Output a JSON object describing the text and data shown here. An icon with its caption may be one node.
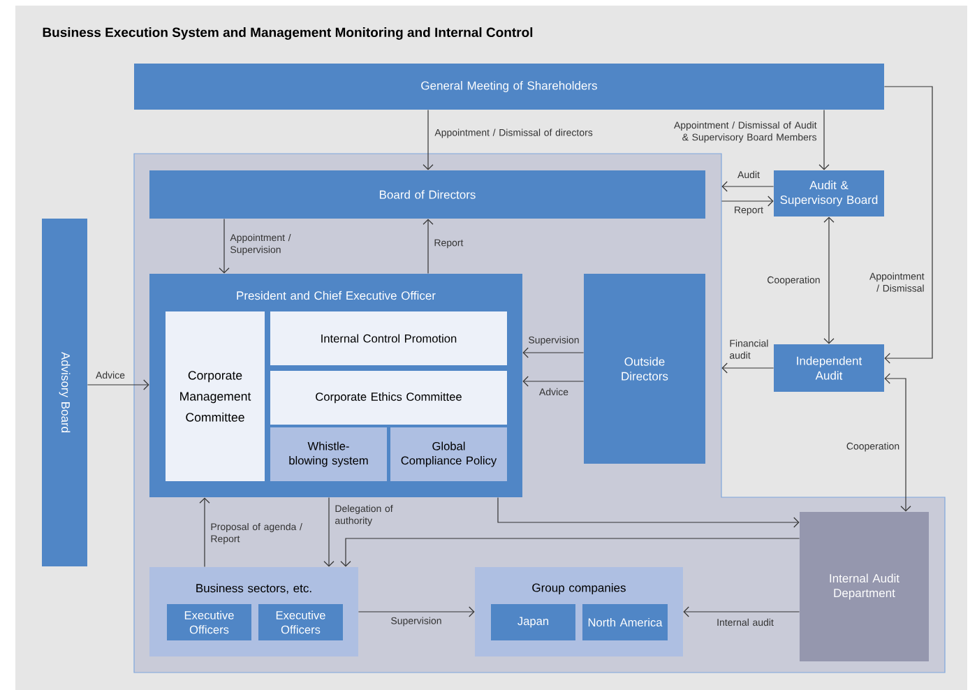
{
  "diagram": {
    "title": "Business Execution System and Management Monitoring and Internal Control",
    "nodes": [
      {
        "text": [
          "General Meeting of Shareholders"
        ]
      },
      {
        "text": [],
        "shape": "box"
      },
      {
        "text": [
          "Board of Directors"
        ],
        "in": 1
      },
      {
        "text": [
          "President and Chief Executive Officer"
        ],
        "in": 1
      },
      {
        "text": [
          "Corporate Management Committee"
        ],
        "in": 3
      },
      {
        "text": [
          "Internal Control Promotion"
        ],
        "in": 3
      },
      {
        "text": [
          "Corporate Ethics Committee"
        ],
        "in": 3
      },
      {
        "text": [
          "Whistle-blowing system"
        ],
        "in": 3
      },
      {
        "text": [
          "Global Compliance Policy"
        ],
        "in": 3
      },
      {
        "text": [
          "Outside Directors"
        ],
        "in": 1
      },
      {
        "text": [
          "Audit & Supervisory Board"
        ]
      },
      {
        "text": [
          "Independent Audit"
        ]
      },
      {
        "text": [
          "Advisory Board"
        ]
      },
      {
        "text": [
          "Internal Audit Department"
        ],
        "in": 1
      },
      {
        "text": [
          "Business sectors, etc."
        ],
        "in": 1
      },
      {
        "text": [
          "Executive Officers"
        ],
        "in": 14
      },
      {
        "text": [
          "Executive Officers"
        ],
        "in": 14
      },
      {
        "text": [
          "Group companies"
        ],
        "in": 1
      },
      {
        "text": [
          "Japan"
        ],
        "in": 17
      },
      {
        "text": [
          "North America"
        ],
        "in": 17
      }
    ],
    "edges": [
      {
        "from": 0,
        "to": 2,
        "arrow": "to",
        "label": "Appointment / Dismissal of directors"
      },
      {
        "from": 0,
        "to": 10,
        "arrow": "to",
        "label": "Appointment / Dismissal of Audit & Supervisory Board Members"
      },
      {
        "from": 0,
        "to": 11,
        "arrow": "to",
        "label": "Appointment / Dismissal"
      },
      {
        "from": 10,
        "to": 1,
        "arrow": "to",
        "label": "Audit"
      },
      {
        "from": 1,
        "to": 10,
        "arrow": "to",
        "label": "Report"
      },
      {
        "from": 10,
        "to": 11,
        "arrow": "both",
        "label": "Cooperation"
      },
      {
        "from": 11,
        "to": 1,
        "arrow": "to",
        "label": "Financial audit"
      },
      {
        "from": 11,
        "to": 13,
        "arrow": "both",
        "label": "Cooperation"
      },
      {
        "from": 2,
        "to": 3,
        "arrow": "to",
        "label": "Appointment / Supervision"
      },
      {
        "from": 3,
        "to": 2,
        "arrow": "to",
        "label": "Report"
      },
      {
        "from": 9,
        "to": 3,
        "arrow": "to",
        "label": "Supervision"
      },
      {
        "from": 9,
        "to": 3,
        "arrow": "to",
        "label": "Advice"
      },
      {
        "from": 12,
        "to": 3,
        "arrow": "to",
        "label": "Advice"
      },
      {
        "from": 3,
        "to": 14,
        "arrow": "to",
        "label": "Delegation of authority"
      },
      {
        "from": 14,
        "to": 3,
        "arrow": "to",
        "label": "Proposal of agenda / Report"
      },
      {
        "from": 3,
        "to": 13,
        "arrow": "to"
      },
      {
        "from": 13,
        "to": 14,
        "arrow": "to"
      },
      {
        "from": 14,
        "to": 17,
        "arrow": "to",
        "label": "Supervision"
      },
      {
        "from": 13,
        "to": 17,
        "arrow": "to",
        "label": "Internal audit"
      }
    ]
  }
}
